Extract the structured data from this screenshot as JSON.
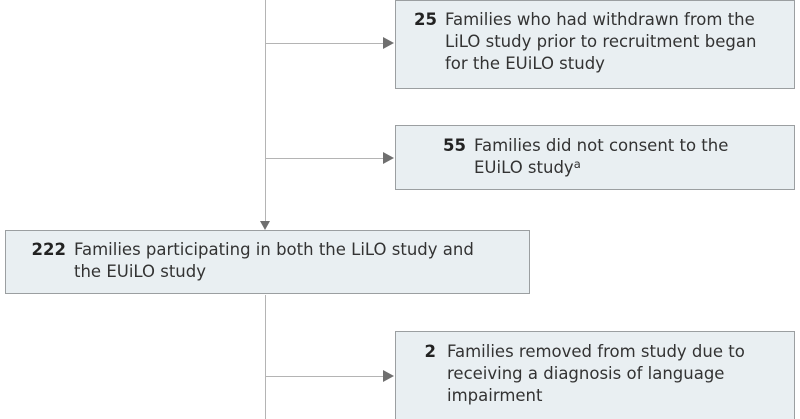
{
  "diagram": {
    "colors": {
      "box_fill": "#e9eff2",
      "box_border": "#9b9fa1",
      "line": "#b4b4b4",
      "arrow": "#6f6f6f",
      "text": "#333333",
      "num": "#222222"
    },
    "boxes": [
      {
        "number": "25",
        "lines": [
          "Families who had withdrawn from the",
          "LiLO study prior to recruitment began",
          "for the EUiLO study"
        ]
      },
      {
        "number": "55",
        "lines": [
          "Families did not consent to the"
        ],
        "last_line": "EUiLO study",
        "footnote_marker": "a"
      },
      {
        "number": "222",
        "lines": [
          "Families participating in both the LiLO study and",
          "the EUiLO study"
        ]
      },
      {
        "number": "2",
        "lines": [
          "Families removed from study due to",
          "receiving a diagnosis of language",
          "impairment"
        ]
      }
    ]
  }
}
